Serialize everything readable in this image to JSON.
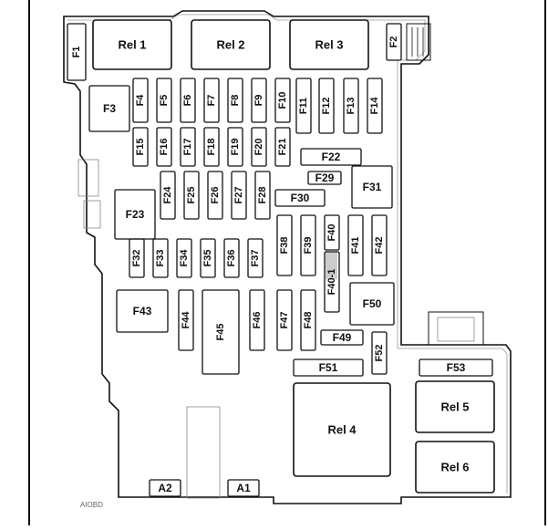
{
  "diagram": {
    "watermark": "AIOBD",
    "relays": [
      {
        "id": "rel1",
        "label": "Rel 1"
      },
      {
        "id": "rel2",
        "label": "Rel 2"
      },
      {
        "id": "rel3",
        "label": "Rel 3"
      },
      {
        "id": "rel4",
        "label": "Rel 4"
      },
      {
        "id": "rel5",
        "label": "Rel 5"
      },
      {
        "id": "rel6",
        "label": "Rel 6"
      }
    ],
    "fuses": [
      "F1",
      "F2",
      "F3",
      "F4",
      "F5",
      "F6",
      "F7",
      "F8",
      "F9",
      "F10",
      "F11",
      "F12",
      "F13",
      "F14",
      "F15",
      "F16",
      "F17",
      "F18",
      "F19",
      "F20",
      "F21",
      "F22",
      "F23",
      "F24",
      "F25",
      "F26",
      "F27",
      "F28",
      "F29",
      "F30",
      "F31",
      "F32",
      "F33",
      "F34",
      "F35",
      "F36",
      "F37",
      "F38",
      "F39",
      "F40",
      "F40-1",
      "F41",
      "F42",
      "F43",
      "F44",
      "F45",
      "F46",
      "F47",
      "F48",
      "F49",
      "F50",
      "F51",
      "F52",
      "F53"
    ],
    "terminals": [
      "A1",
      "A2"
    ]
  }
}
